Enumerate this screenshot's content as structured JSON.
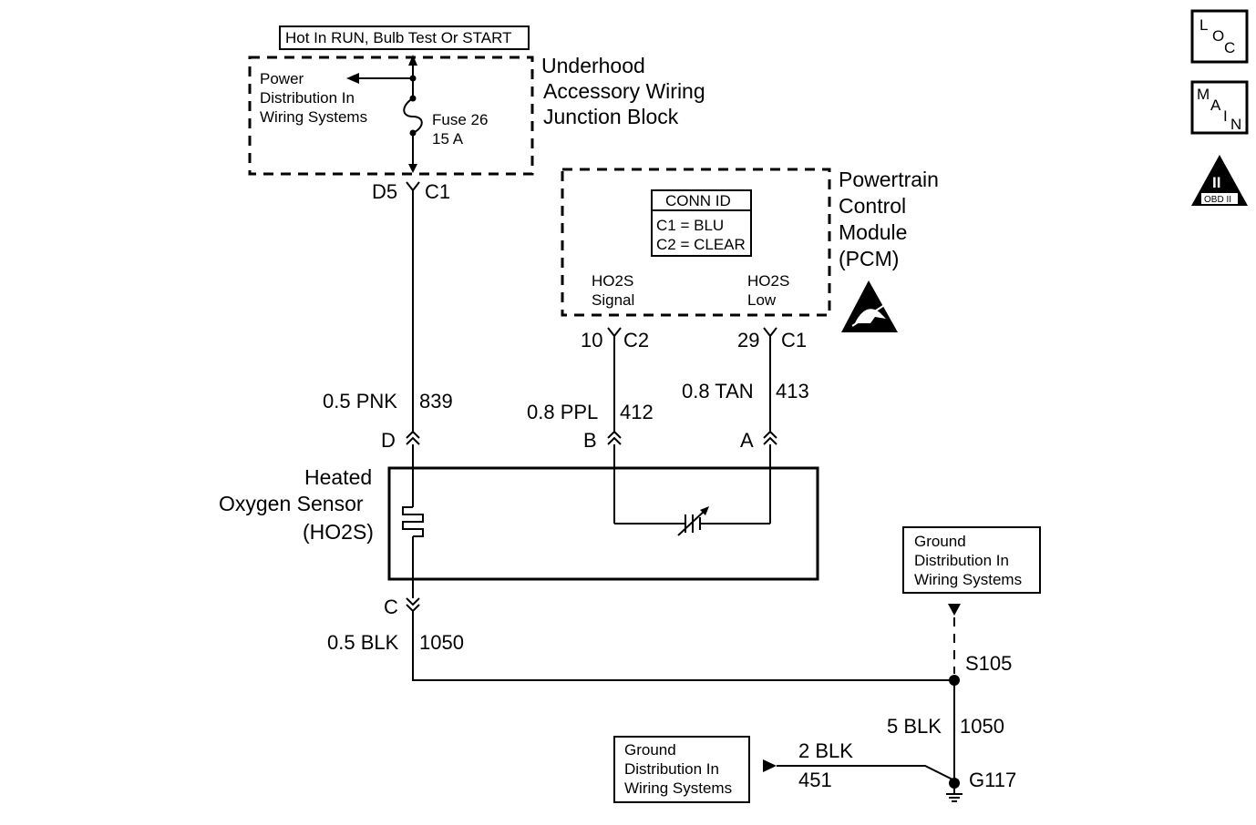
{
  "header": {
    "hot_label": "Hot In RUN, Bulb Test Or START"
  },
  "junction_block": {
    "name_line1": "Underhood",
    "name_line2": "Accessory Wiring",
    "name_line3": "Junction Block",
    "power_line1": "Power",
    "power_line2": "Distribution In",
    "power_line3": "Wiring Systems",
    "fuse_line1": "Fuse 26",
    "fuse_line2": "15 A",
    "pin": "D5",
    "connector": "C1"
  },
  "pcm": {
    "name_line1": "Powertrain",
    "name_line2": "Control",
    "name_line3": "Module",
    "name_line4": "(PCM)",
    "conn_id_title": "CONN ID",
    "conn_id_c1": "C1 = BLU",
    "conn_id_c2": "C2 = CLEAR",
    "signal_line1": "HO2S",
    "signal_line2": "Signal",
    "low_line1": "HO2S",
    "low_line2": "Low",
    "signal_pin": "10",
    "signal_conn": "C2",
    "low_pin": "29",
    "low_conn": "C1"
  },
  "wires": {
    "pnk_size_color": "0.5 PNK",
    "pnk_circuit": "839",
    "ppl_size_color": "0.8 PPL",
    "ppl_circuit": "412",
    "tan_size_color": "0.8 TAN",
    "tan_circuit": "413",
    "blk_size_color": "0.5 BLK",
    "blk_circuit": "1050",
    "blk5_size_color": "5 BLK",
    "blk5_circuit": "1050",
    "blk2_size_color": "2 BLK",
    "blk2_circuit": "451"
  },
  "sensor": {
    "name_line1": "Heated",
    "name_line2": "Oxygen Sensor",
    "name_line3": "(HO2S)",
    "pin_d": "D",
    "pin_b": "B",
    "pin_a": "A",
    "pin_c": "C"
  },
  "ground": {
    "splice": "S105",
    "ground_point": "G117",
    "dist1_line1": "Ground",
    "dist1_line2": "Distribution In",
    "dist1_line3": "Wiring Systems",
    "dist2_line1": "Ground",
    "dist2_line2": "Distribution In",
    "dist2_line3": "Wiring Systems"
  },
  "icons": {
    "loc_l": "L",
    "loc_o": "O",
    "loc_c": "C",
    "main_m": "M",
    "main_a": "A",
    "main_i": "I",
    "main_n": "N",
    "obd_roman": "II",
    "obd_label": "OBD II"
  },
  "icon_names": [
    "loc-icon",
    "main-icon",
    "obd2-icon",
    "esd-warning-icon",
    "ground-symbol-icon",
    "variable-resistor-icon",
    "heater-element-icon",
    "fuse-icon"
  ]
}
